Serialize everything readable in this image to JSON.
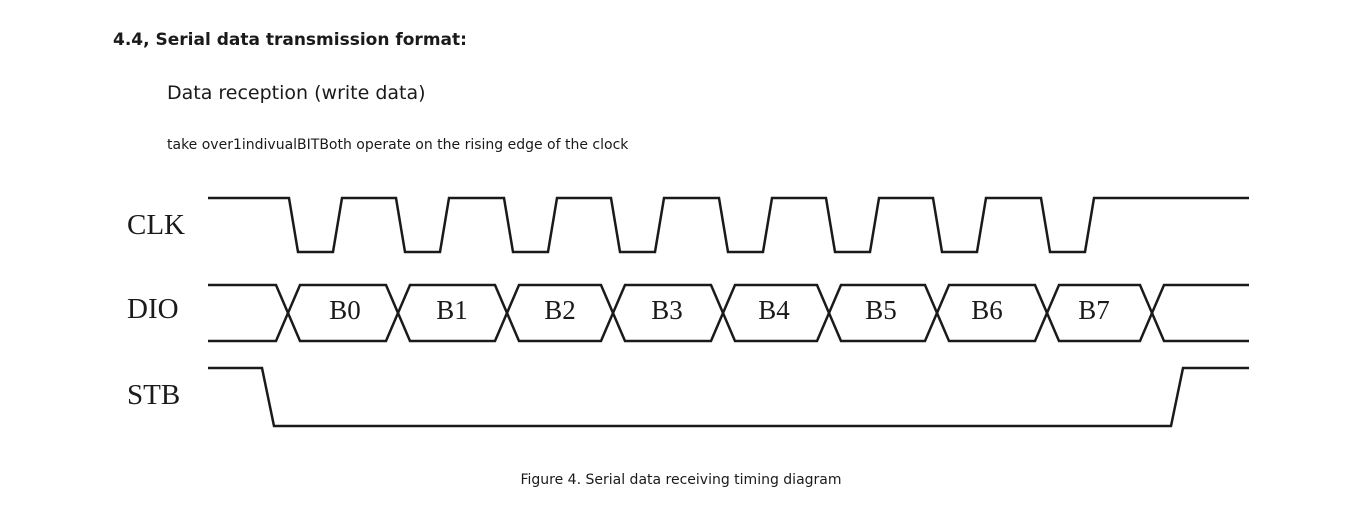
{
  "section": {
    "heading": "4.4, Serial data transmission format:",
    "subheading": "Data reception (write data)",
    "note": "take over1indivualBITBoth operate on the rising edge of the clock"
  },
  "timing_diagram": {
    "signals": [
      {
        "name": "CLK"
      },
      {
        "name": "DIO"
      },
      {
        "name": "STB"
      }
    ],
    "data_bits": [
      "B0",
      "B1",
      "B2",
      "B3",
      "B4",
      "B5",
      "B6",
      "B7"
    ],
    "clock_pulses": 8,
    "sample_edge": "rising",
    "line_color": "#1a1a1a"
  },
  "caption": "Figure 4. Serial data receiving timing diagram"
}
